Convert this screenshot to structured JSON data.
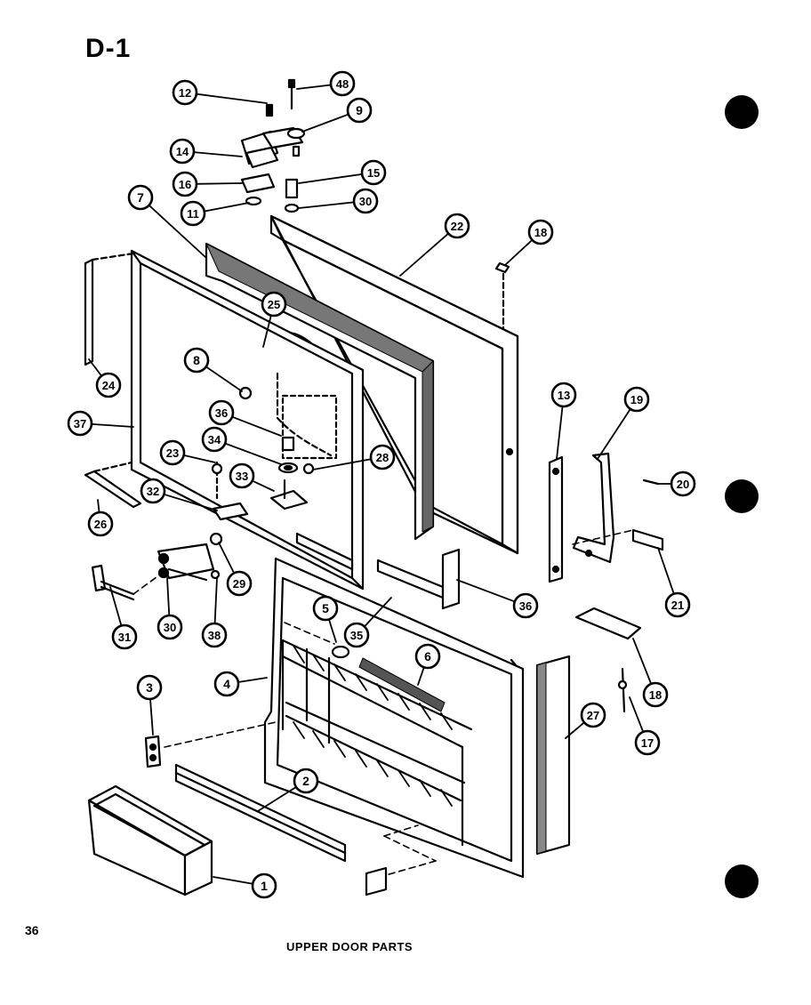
{
  "diagram": {
    "code": "D-1",
    "page_number": "36",
    "caption": "UPPER DOOR PARTS",
    "callouts": [
      {
        "label": "12"
      },
      {
        "label": "48"
      },
      {
        "label": "9"
      },
      {
        "label": "14"
      },
      {
        "label": "16"
      },
      {
        "label": "15"
      },
      {
        "label": "11"
      },
      {
        "label": "30"
      },
      {
        "label": "7"
      },
      {
        "label": "22"
      },
      {
        "label": "18"
      },
      {
        "label": "25"
      },
      {
        "label": "8"
      },
      {
        "label": "24"
      },
      {
        "label": "37"
      },
      {
        "label": "36"
      },
      {
        "label": "34"
      },
      {
        "label": "23"
      },
      {
        "label": "28"
      },
      {
        "label": "33"
      },
      {
        "label": "32"
      },
      {
        "label": "13"
      },
      {
        "label": "19"
      },
      {
        "label": "20"
      },
      {
        "label": "26"
      },
      {
        "label": "29"
      },
      {
        "label": "36"
      },
      {
        "label": "21"
      },
      {
        "label": "31"
      },
      {
        "label": "30"
      },
      {
        "label": "38"
      },
      {
        "label": "5"
      },
      {
        "label": "35"
      },
      {
        "label": "6"
      },
      {
        "label": "18"
      },
      {
        "label": "3"
      },
      {
        "label": "4"
      },
      {
        "label": "17"
      },
      {
        "label": "27"
      },
      {
        "label": "2"
      },
      {
        "label": "1"
      }
    ]
  }
}
